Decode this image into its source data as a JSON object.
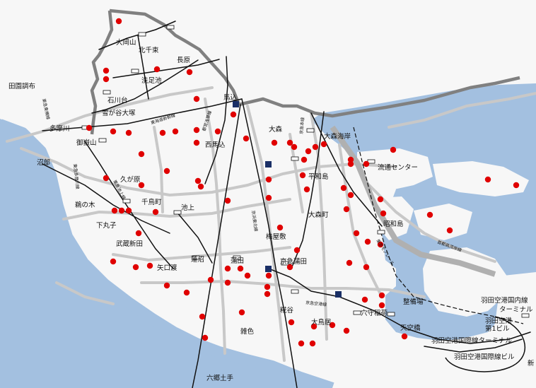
{
  "colors": {
    "water": "#a3c0e0",
    "land": "#f7f7f7",
    "road": "#c8c8c8",
    "boundary": "#808080",
    "rail": "#111111",
    "marker": "#e00000",
    "station_square": "#1a2f66"
  },
  "stations": [
    {
      "id": "oookayama",
      "text": "大岡山"
    },
    {
      "id": "kitasenzoku",
      "text": "北千束"
    },
    {
      "id": "nagahara",
      "text": "長原"
    },
    {
      "id": "senzokuike",
      "text": "洗足池"
    },
    {
      "id": "denenchofu",
      "text": "田園調布"
    },
    {
      "id": "ishikawadai",
      "text": "石川台"
    },
    {
      "id": "magome",
      "text": "馬込"
    },
    {
      "id": "yukigaya",
      "text": "雪が谷大塚"
    },
    {
      "id": "tamagawa",
      "text": "多摩川"
    },
    {
      "id": "ontakesan",
      "text": "御嶽山"
    },
    {
      "id": "nishimagome",
      "text": "西馬込"
    },
    {
      "id": "omori",
      "text": "大森"
    },
    {
      "id": "omorikaigan",
      "text": "大森海岸"
    },
    {
      "id": "numabe",
      "text": "沼部"
    },
    {
      "id": "kugahara",
      "text": "久が原"
    },
    {
      "id": "heiwajima",
      "text": "平和島"
    },
    {
      "id": "ryutsu",
      "text": "流通センター"
    },
    {
      "id": "unoki",
      "text": "鵜の木"
    },
    {
      "id": "chidoricho",
      "text": "千鳥町"
    },
    {
      "id": "ikegami",
      "text": "池上"
    },
    {
      "id": "shimomaruko",
      "text": "下丸子"
    },
    {
      "id": "omorimachi",
      "text": "大森町"
    },
    {
      "id": "showajima",
      "text": "昭和島"
    },
    {
      "id": "umeyashiki",
      "text": "梅屋敷"
    },
    {
      "id": "musashinitta",
      "text": "武蔵新田"
    },
    {
      "id": "hasunuma",
      "text": "蓮沼"
    },
    {
      "id": "kamata",
      "text": "蒲田"
    },
    {
      "id": "keikyukamata",
      "text": "京急蒲田"
    },
    {
      "id": "yaguchinowatashi",
      "text": "矢口渡"
    },
    {
      "id": "seibijo",
      "text": "整備場"
    },
    {
      "id": "kojiya",
      "text": "糀谷"
    },
    {
      "id": "anamoriinari",
      "text": "穴守稲荷"
    },
    {
      "id": "haneda_intl",
      "text": "羽田空港国際線ターミナル"
    },
    {
      "id": "haneda_dom",
      "text": "羽田空港国内線"
    },
    {
      "id": "terminal",
      "text": "ターミナル"
    },
    {
      "id": "otorii",
      "text": "大鳥居"
    },
    {
      "id": "tenkubashi",
      "text": "天空橋"
    },
    {
      "id": "haneda_t1a",
      "text": "羽田空港"
    },
    {
      "id": "haneda_t1b",
      "text": "第1ビル"
    },
    {
      "id": "zoshiki",
      "text": "雑色"
    },
    {
      "id": "haneda_intl_bldg",
      "text": "羽田空港国際線ビル"
    },
    {
      "id": "rokugodote",
      "text": "六郷土手"
    },
    {
      "id": "shin",
      "text": "新"
    }
  ],
  "line_labels": [
    {
      "id": "toyoko",
      "text": "東急東横線"
    },
    {
      "id": "tokaido_shinkansen",
      "text": "東海道新幹線"
    },
    {
      "id": "toei_asakusa",
      "text": "都営浅草線"
    },
    {
      "id": "keikyu_main",
      "text": "京急本線"
    },
    {
      "id": "tokyu_tamagawa",
      "text": "東急多摩川線"
    },
    {
      "id": "tokyu_ikegami",
      "text": "東急池上線"
    },
    {
      "id": "keihin_tohoku",
      "text": "京浜東北線"
    },
    {
      "id": "tokyo_monorail",
      "text": "東京モノレール"
    },
    {
      "id": "keikyu_airport",
      "text": "京急空港線"
    },
    {
      "id": "shuto_wangan",
      "text": "首都高湾岸線"
    }
  ]
}
